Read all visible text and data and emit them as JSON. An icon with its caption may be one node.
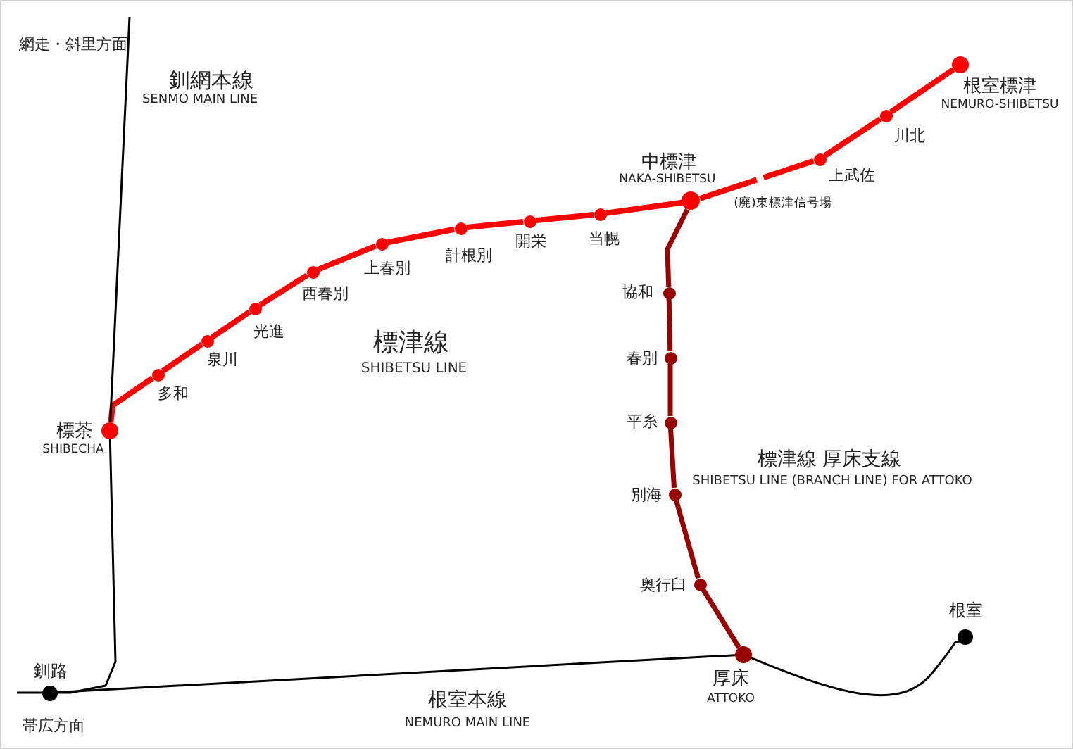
{
  "diagram": {
    "nodes": [
      {
        "text": [
          "根室標津",
          "NEMURO-SHIBETSU"
        ]
      },
      {
        "text": [
          "川北"
        ]
      },
      {
        "text": [
          "上武佐"
        ]
      },
      {
        "text": [
          "中標津",
          "NAKA-SHIBETSU"
        ]
      },
      {
        "text": [
          "当幌"
        ]
      },
      {
        "text": [
          "開栄"
        ]
      },
      {
        "text": [
          "計根別"
        ]
      },
      {
        "text": [
          "上春別"
        ]
      },
      {
        "text": [
          "西春別"
        ]
      },
      {
        "text": [
          "光進"
        ]
      },
      {
        "text": [
          "泉川"
        ]
      },
      {
        "text": [
          "多和"
        ]
      },
      {
        "text": [
          "標茶",
          "SHIBECHA"
        ]
      },
      {
        "text": [
          "協和"
        ]
      },
      {
        "text": [
          "春別"
        ]
      },
      {
        "text": [
          "平糸"
        ]
      },
      {
        "text": [
          "別海"
        ]
      },
      {
        "text": [
          "奥行臼"
        ]
      },
      {
        "text": [
          "厚床",
          "ATTOKO"
        ]
      },
      {
        "text": [
          "釧路"
        ]
      },
      {
        "text": [
          "根室"
        ]
      }
    ],
    "edges": [
      {
        "from": 12,
        "to": 11,
        "arrow": "none"
      },
      {
        "from": 11,
        "to": 10,
        "arrow": "none"
      },
      {
        "from": 10,
        "to": 9,
        "arrow": "none"
      },
      {
        "from": 9,
        "to": 8,
        "arrow": "none"
      },
      {
        "from": 8,
        "to": 7,
        "arrow": "none"
      },
      {
        "from": 7,
        "to": 6,
        "arrow": "none"
      },
      {
        "from": 6,
        "to": 5,
        "arrow": "none"
      },
      {
        "from": 5,
        "to": 4,
        "arrow": "none"
      },
      {
        "from": 4,
        "to": 3,
        "arrow": "none"
      },
      {
        "from": 3,
        "to": 2,
        "arrow": "none"
      },
      {
        "from": 2,
        "to": 1,
        "arrow": "none"
      },
      {
        "from": 1,
        "to": 0,
        "arrow": "none"
      },
      {
        "from": 3,
        "to": 13,
        "arrow": "none",
        "color": "#990000"
      },
      {
        "from": 13,
        "to": 14,
        "arrow": "none",
        "color": "#990000"
      },
      {
        "from": 14,
        "to": 15,
        "arrow": "none",
        "color": "#990000"
      },
      {
        "from": 15,
        "to": 16,
        "arrow": "none",
        "color": "#990000"
      },
      {
        "from": 16,
        "to": 17,
        "arrow": "none",
        "color": "#990000"
      },
      {
        "from": 17,
        "to": 18,
        "arrow": "none",
        "color": "#990000"
      },
      {
        "from": null,
        "to": 12,
        "arrow": "none",
        "color": "#000000"
      },
      {
        "from": 12,
        "to": 19,
        "arrow": "none",
        "color": "#000000"
      },
      {
        "from": 19,
        "to": null,
        "arrow": "none",
        "color": "#000000"
      },
      {
        "from": 19,
        "to": 18,
        "arrow": "none",
        "color": "#000000"
      },
      {
        "from": 18,
        "to": 20,
        "arrow": "none",
        "color": "#000000"
      }
    ],
    "labels": [
      "網走・斜里方面",
      "釧網本線",
      "SENMO MAIN LINE",
      "標津線",
      "SHIBETSU LINE",
      "(廃)東標津信号場",
      "標津線 厚床支線",
      "SHIBETSU LINE (BRANCH LINE) FOR ATTOKO",
      "根室本線",
      "NEMURO MAIN LINE",
      "帯広方面"
    ]
  }
}
